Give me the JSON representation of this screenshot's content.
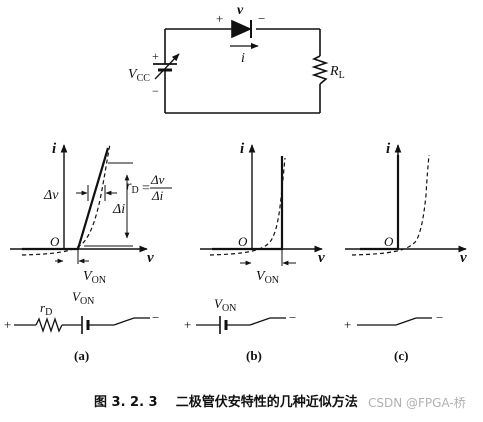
{
  "circuit": {
    "diode_voltage": "v",
    "current": "i",
    "plus": "+",
    "minus": "−",
    "source_main": "V",
    "source_sub": "CC",
    "load_main": "R",
    "load_sub": "L"
  },
  "graphs": {
    "axis_y": "i",
    "axis_x": "v",
    "origin": "O",
    "delta_v": "Δv",
    "delta_i": "Δi",
    "rd_main": "r",
    "rd_sub": "D",
    "equals": "=",
    "fraction_num": "Δv",
    "fraction_den": "Δi",
    "von_main": "V",
    "von_sub": "ON"
  },
  "models": {
    "plus": "+",
    "minus": "−",
    "rd_main": "r",
    "rd_sub": "D",
    "von_main": "V",
    "von_sub": "ON"
  },
  "panels": [
    "(a)",
    "(b)",
    "(c)"
  ],
  "caption": "图 3. 2. 3    二极管伏安特性的几种近似方法",
  "watermark": "CSDN @FPGA-桥"
}
